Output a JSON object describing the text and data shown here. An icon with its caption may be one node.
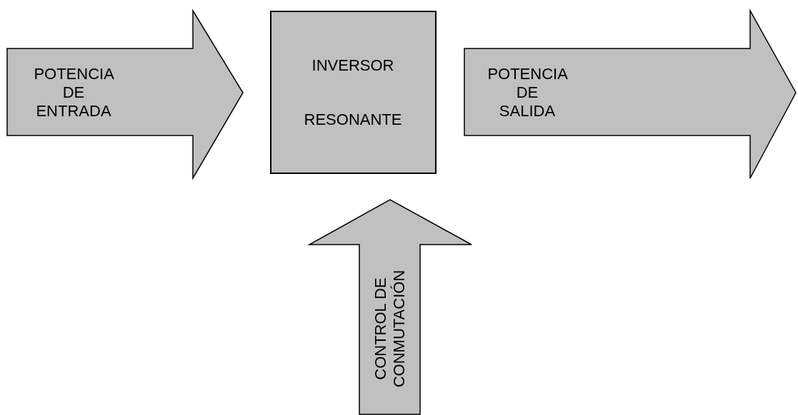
{
  "diagram": {
    "nodes": [
      {
        "text": [
          "POTENCIA DE ENTRADA"
        ]
      },
      {
        "text": [
          "INVERSOR",
          "RESONANTE"
        ]
      },
      {
        "text": [
          "POTENCIA DE SALIDA"
        ]
      },
      {
        "text": [
          "CONTROL DE CONMUTACIÓN"
        ]
      }
    ]
  }
}
